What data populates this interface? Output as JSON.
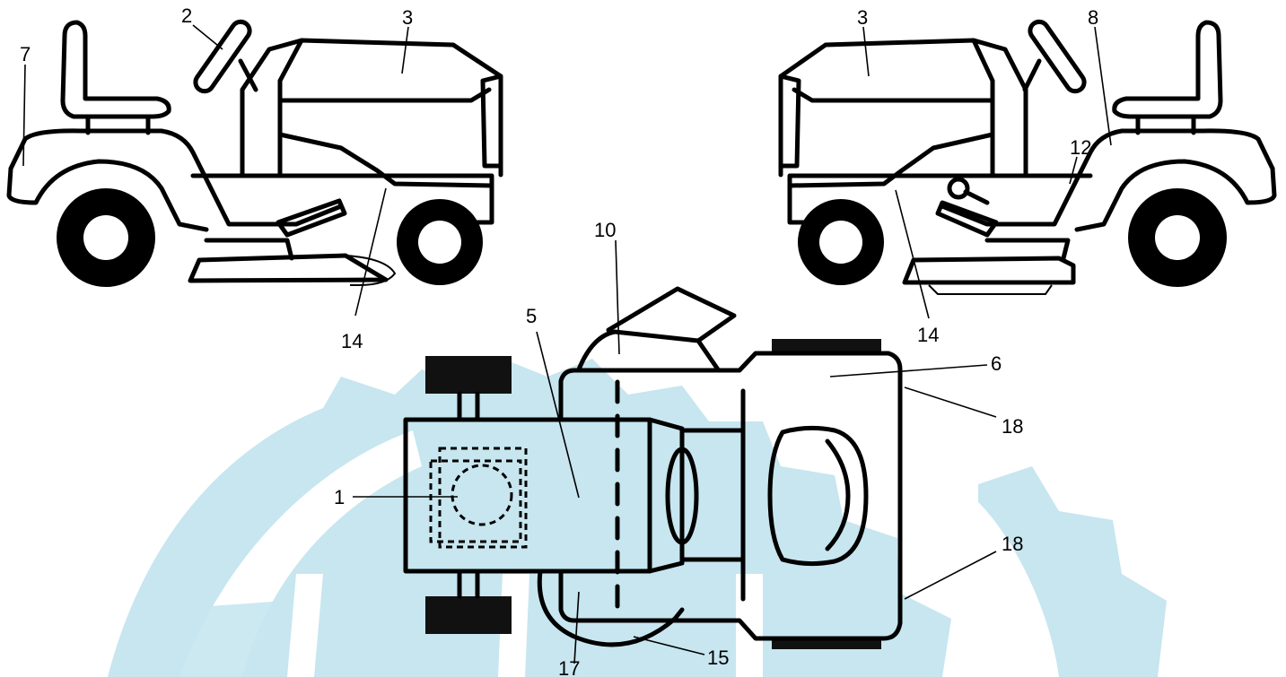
{
  "diagram": {
    "views": [
      {
        "name": "left-side-view",
        "labels": [
          "7",
          "2",
          "3",
          "14"
        ]
      },
      {
        "name": "right-side-view",
        "labels": [
          "3",
          "8",
          "12",
          "14"
        ]
      },
      {
        "name": "top-view",
        "labels": [
          "10",
          "5",
          "6",
          "18",
          "1",
          "18",
          "17",
          "15"
        ]
      }
    ],
    "callouts": {
      "l7": "7",
      "l2": "2",
      "l3a": "3",
      "l14a": "14",
      "l3b": "3",
      "l8": "8",
      "l12": "12",
      "l14b": "14",
      "l10": "10",
      "l5": "5",
      "l6": "6",
      "l18a": "18",
      "l1": "1",
      "l18b": "18",
      "l17": "17",
      "l15": "15"
    },
    "colors": {
      "line": "#000000",
      "watermark": "#c7e6ef",
      "background": "#ffffff"
    }
  }
}
